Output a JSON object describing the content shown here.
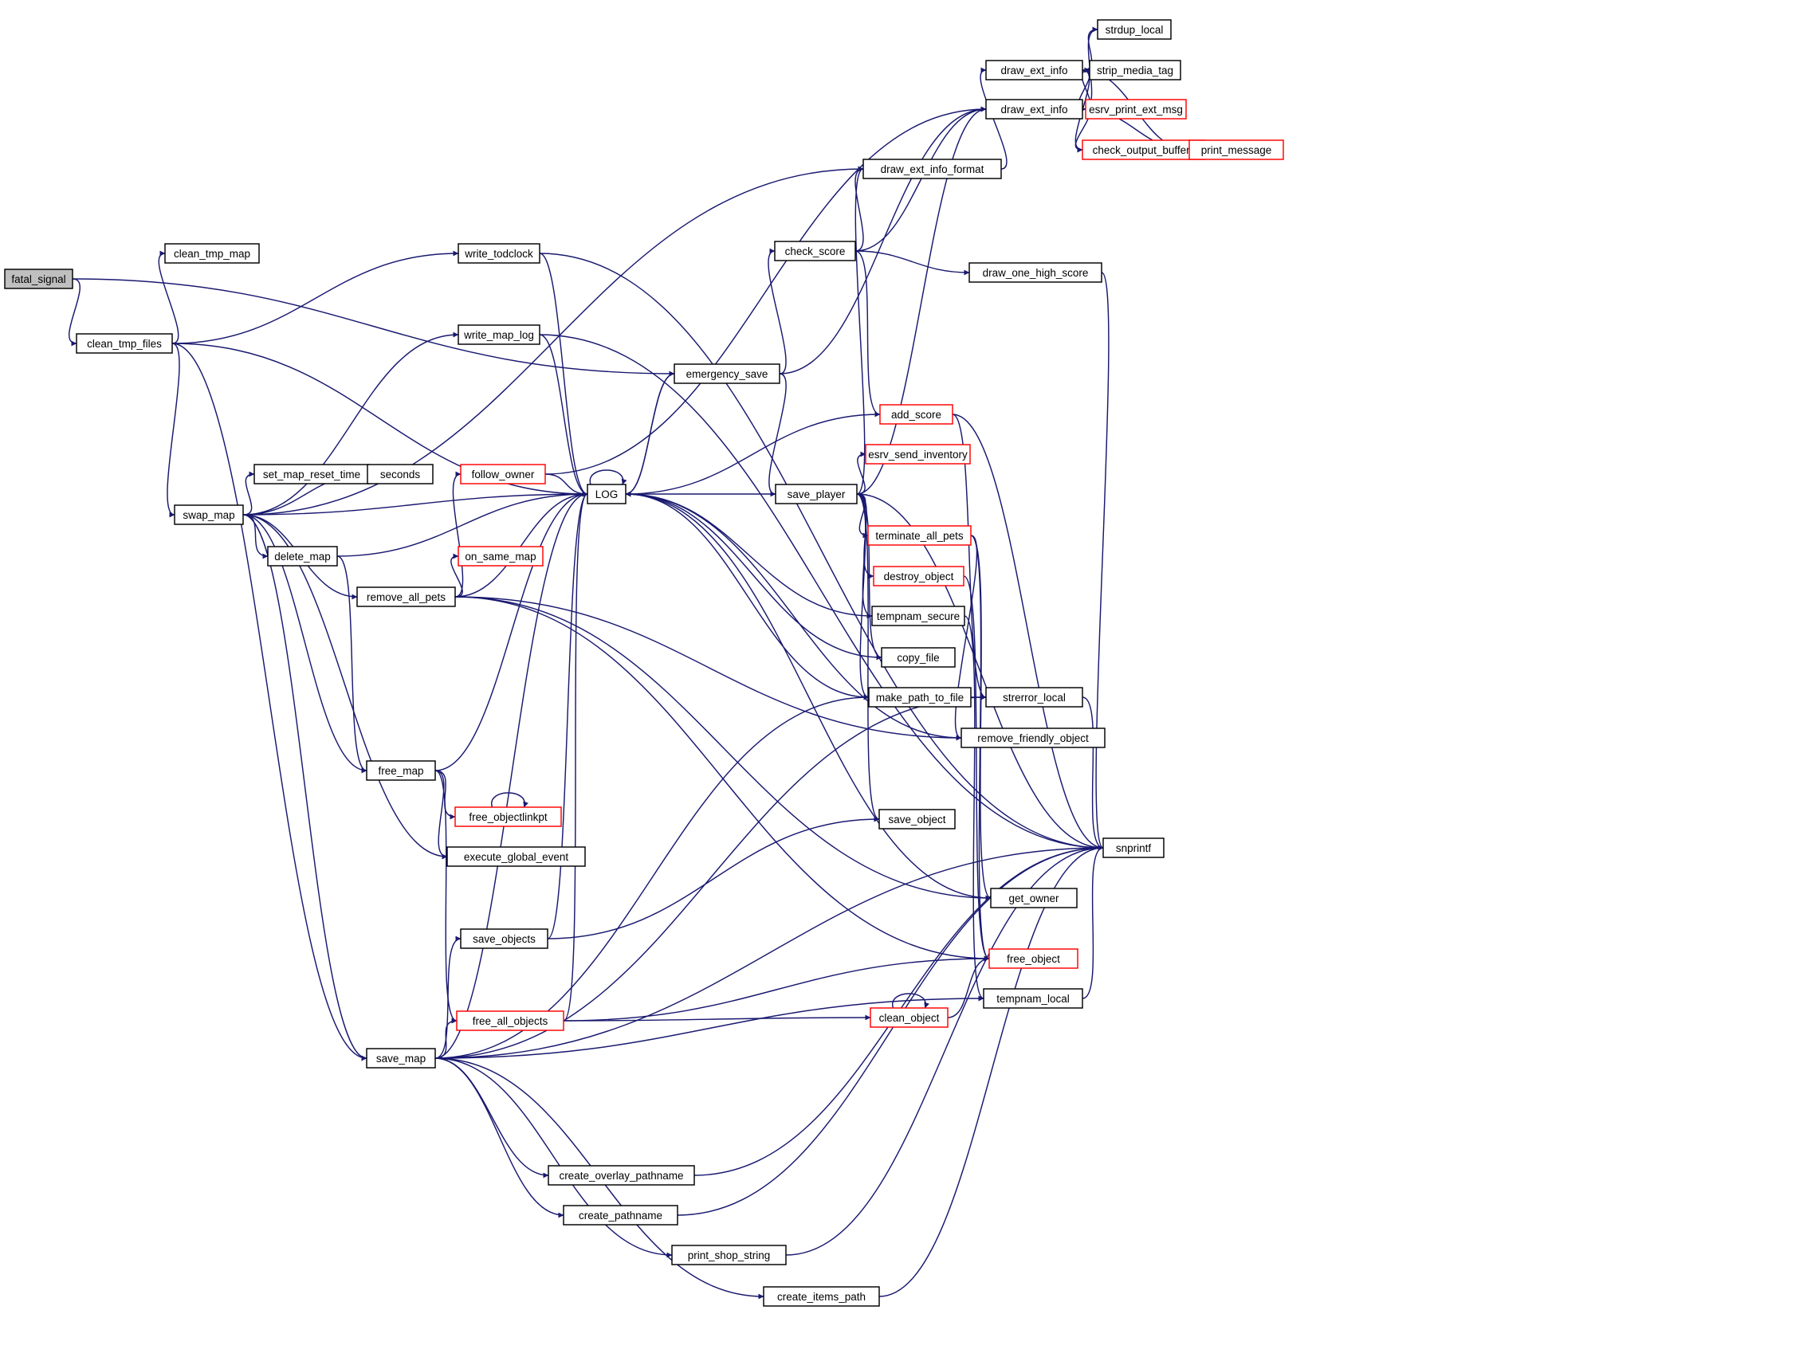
{
  "diagram": {
    "type": "call-graph",
    "root": "fatal_signal",
    "edge_color": "#191970",
    "truncated_border_color": "#ff0000",
    "nodes": [
      {
        "id": "fatal_signal",
        "label": "fatal_signal",
        "root": true
      },
      {
        "id": "clean_tmp_files",
        "label": "clean_tmp_files"
      },
      {
        "id": "clean_tmp_map",
        "label": "clean_tmp_map"
      },
      {
        "id": "write_todclock",
        "label": "write_todclock"
      },
      {
        "id": "swap_map",
        "label": "swap_map"
      },
      {
        "id": "write_map_log",
        "label": "write_map_log"
      },
      {
        "id": "set_map_reset_time",
        "label": "set_map_reset_time"
      },
      {
        "id": "seconds",
        "label": "seconds"
      },
      {
        "id": "delete_map",
        "label": "delete_map"
      },
      {
        "id": "remove_all_pets",
        "label": "remove_all_pets"
      },
      {
        "id": "follow_owner",
        "label": "follow_owner",
        "truncated": true
      },
      {
        "id": "on_same_map",
        "label": "on_same_map",
        "truncated": true
      },
      {
        "id": "free_map",
        "label": "free_map"
      },
      {
        "id": "free_objectlinkpt",
        "label": "free_objectlinkpt",
        "truncated": true
      },
      {
        "id": "execute_global_event",
        "label": "execute_global_event"
      },
      {
        "id": "save_objects",
        "label": "save_objects"
      },
      {
        "id": "free_all_objects",
        "label": "free_all_objects",
        "truncated": true
      },
      {
        "id": "save_map",
        "label": "save_map"
      },
      {
        "id": "LOG",
        "label": "LOG"
      },
      {
        "id": "emergency_save",
        "label": "emergency_save"
      },
      {
        "id": "check_score",
        "label": "check_score"
      },
      {
        "id": "draw_ext_info_format",
        "label": "draw_ext_info_format"
      },
      {
        "id": "draw_ext_info_1",
        "label": "draw_ext_info"
      },
      {
        "id": "draw_ext_info_2",
        "label": "draw_ext_info"
      },
      {
        "id": "draw_one_high_score",
        "label": "draw_one_high_score"
      },
      {
        "id": "add_score",
        "label": "add_score",
        "truncated": true
      },
      {
        "id": "esrv_send_inventory",
        "label": "esrv_send_inventory",
        "truncated": true
      },
      {
        "id": "save_player",
        "label": "save_player"
      },
      {
        "id": "terminate_all_pets",
        "label": "terminate_all_pets",
        "truncated": true
      },
      {
        "id": "destroy_object",
        "label": "destroy_object",
        "truncated": true
      },
      {
        "id": "tempnam_secure",
        "label": "tempnam_secure"
      },
      {
        "id": "copy_file",
        "label": "copy_file"
      },
      {
        "id": "make_path_to_file",
        "label": "make_path_to_file"
      },
      {
        "id": "strerror_local",
        "label": "strerror_local"
      },
      {
        "id": "remove_friendly_object",
        "label": "remove_friendly_object"
      },
      {
        "id": "save_object",
        "label": "save_object"
      },
      {
        "id": "get_owner",
        "label": "get_owner"
      },
      {
        "id": "free_object",
        "label": "free_object",
        "truncated": true
      },
      {
        "id": "tempnam_local",
        "label": "tempnam_local"
      },
      {
        "id": "clean_object",
        "label": "clean_object",
        "truncated": true
      },
      {
        "id": "strdup_local",
        "label": "strdup_local"
      },
      {
        "id": "strip_media_tag",
        "label": "strip_media_tag"
      },
      {
        "id": "esrv_print_ext_msg",
        "label": "esrv_print_ext_msg",
        "truncated": true
      },
      {
        "id": "check_output_buffers",
        "label": "check_output_buffers",
        "truncated": true
      },
      {
        "id": "print_message",
        "label": "print_message",
        "truncated": true
      },
      {
        "id": "snprintf",
        "label": "snprintf"
      },
      {
        "id": "create_overlay_pathname",
        "label": "create_overlay_pathname"
      },
      {
        "id": "create_pathname",
        "label": "create_pathname"
      },
      {
        "id": "print_shop_string",
        "label": "print_shop_string"
      },
      {
        "id": "create_items_path",
        "label": "create_items_path"
      }
    ],
    "edges": [
      [
        "fatal_signal",
        "clean_tmp_files"
      ],
      [
        "fatal_signal",
        "emergency_save"
      ],
      [
        "clean_tmp_files",
        "clean_tmp_map"
      ],
      [
        "clean_tmp_files",
        "write_todclock"
      ],
      [
        "clean_tmp_files",
        "swap_map"
      ],
      [
        "clean_tmp_files",
        "LOG"
      ],
      [
        "clean_tmp_files",
        "save_map"
      ],
      [
        "write_todclock",
        "LOG"
      ],
      [
        "write_todclock",
        "snprintf"
      ],
      [
        "swap_map",
        "write_map_log"
      ],
      [
        "swap_map",
        "set_map_reset_time"
      ],
      [
        "swap_map",
        "seconds"
      ],
      [
        "swap_map",
        "delete_map"
      ],
      [
        "swap_map",
        "remove_all_pets"
      ],
      [
        "swap_map",
        "free_map"
      ],
      [
        "swap_map",
        "execute_global_event"
      ],
      [
        "swap_map",
        "save_map"
      ],
      [
        "swap_map",
        "LOG"
      ],
      [
        "swap_map",
        "draw_ext_info_format"
      ],
      [
        "write_map_log",
        "LOG"
      ],
      [
        "write_map_log",
        "snprintf"
      ],
      [
        "set_map_reset_time",
        "seconds"
      ],
      [
        "delete_map",
        "LOG"
      ],
      [
        "delete_map",
        "free_map"
      ],
      [
        "remove_all_pets",
        "follow_owner"
      ],
      [
        "remove_all_pets",
        "on_same_map"
      ],
      [
        "remove_all_pets",
        "LOG"
      ],
      [
        "remove_all_pets",
        "free_object"
      ],
      [
        "remove_all_pets",
        "get_owner"
      ],
      [
        "remove_all_pets",
        "remove_friendly_object"
      ],
      [
        "follow_owner",
        "LOG"
      ],
      [
        "follow_owner",
        "draw_ext_info_2"
      ],
      [
        "free_map",
        "LOG"
      ],
      [
        "free_map",
        "free_objectlinkpt"
      ],
      [
        "free_map",
        "execute_global_event"
      ],
      [
        "free_map",
        "free_all_objects"
      ],
      [
        "free_objectlinkpt",
        "free_objectlinkpt"
      ],
      [
        "save_objects",
        "LOG"
      ],
      [
        "save_objects",
        "save_object"
      ],
      [
        "free_all_objects",
        "LOG"
      ],
      [
        "free_all_objects",
        "clean_object"
      ],
      [
        "free_all_objects",
        "free_object"
      ],
      [
        "save_map",
        "save_objects"
      ],
      [
        "save_map",
        "free_all_objects"
      ],
      [
        "save_map",
        "LOG"
      ],
      [
        "save_map",
        "make_path_to_file"
      ],
      [
        "save_map",
        "strerror_local"
      ],
      [
        "save_map",
        "tempnam_local"
      ],
      [
        "save_map",
        "snprintf"
      ],
      [
        "save_map",
        "create_overlay_pathname"
      ],
      [
        "save_map",
        "create_pathname"
      ],
      [
        "save_map",
        "print_shop_string"
      ],
      [
        "save_map",
        "create_items_path"
      ],
      [
        "LOG",
        "LOG"
      ],
      [
        "LOG",
        "emergency_save"
      ],
      [
        "emergency_save",
        "LOG"
      ],
      [
        "emergency_save",
        "check_score"
      ],
      [
        "emergency_save",
        "save_player"
      ],
      [
        "emergency_save",
        "draw_ext_info_2"
      ],
      [
        "check_score",
        "draw_ext_info_format"
      ],
      [
        "check_score",
        "draw_ext_info_2"
      ],
      [
        "check_score",
        "draw_one_high_score"
      ],
      [
        "check_score",
        "add_score"
      ],
      [
        "draw_ext_info_format",
        "draw_ext_info_1"
      ],
      [
        "draw_ext_info_1",
        "strdup_local"
      ],
      [
        "draw_ext_info_1",
        "strip_media_tag"
      ],
      [
        "draw_ext_info_1",
        "esrv_print_ext_msg"
      ],
      [
        "draw_ext_info_1",
        "check_output_buffers"
      ],
      [
        "draw_ext_info_1",
        "print_message"
      ],
      [
        "draw_ext_info_2",
        "strdup_local"
      ],
      [
        "draw_ext_info_2",
        "strip_media_tag"
      ],
      [
        "draw_ext_info_2",
        "esrv_print_ext_msg"
      ],
      [
        "draw_ext_info_2",
        "check_output_buffers"
      ],
      [
        "draw_ext_info_2",
        "print_message"
      ],
      [
        "check_output_buffers",
        "print_message"
      ],
      [
        "draw_one_high_score",
        "snprintf"
      ],
      [
        "add_score",
        "LOG"
      ],
      [
        "add_score",
        "strerror_local"
      ],
      [
        "add_score",
        "snprintf"
      ],
      [
        "save_player",
        "LOG"
      ],
      [
        "save_player",
        "esrv_send_inventory"
      ],
      [
        "save_player",
        "terminate_all_pets"
      ],
      [
        "save_player",
        "destroy_object"
      ],
      [
        "save_player",
        "tempnam_secure"
      ],
      [
        "save_player",
        "copy_file"
      ],
      [
        "save_player",
        "make_path_to_file"
      ],
      [
        "save_player",
        "save_object"
      ],
      [
        "save_player",
        "draw_ext_info_format"
      ],
      [
        "save_player",
        "draw_ext_info_2"
      ],
      [
        "save_player",
        "snprintf"
      ],
      [
        "terminate_all_pets",
        "free_object"
      ],
      [
        "terminate_all_pets",
        "remove_friendly_object"
      ],
      [
        "terminate_all_pets",
        "get_owner"
      ],
      [
        "destroy_object",
        "free_object"
      ],
      [
        "tempnam_secure",
        "LOG"
      ],
      [
        "tempnam_secure",
        "tempnam_local"
      ],
      [
        "copy_file",
        "LOG"
      ],
      [
        "make_path_to_file",
        "LOG"
      ],
      [
        "make_path_to_file",
        "strerror_local"
      ],
      [
        "strerror_local",
        "snprintf"
      ],
      [
        "remove_friendly_object",
        "LOG"
      ],
      [
        "get_owner",
        "LOG"
      ],
      [
        "clean_object",
        "clean_object"
      ],
      [
        "clean_object",
        "free_object"
      ],
      [
        "tempnam_local",
        "snprintf"
      ],
      [
        "create_overlay_pathname",
        "snprintf"
      ],
      [
        "create_pathname",
        "snprintf"
      ],
      [
        "print_shop_string",
        "snprintf"
      ],
      [
        "create_items_path",
        "snprintf"
      ]
    ]
  }
}
